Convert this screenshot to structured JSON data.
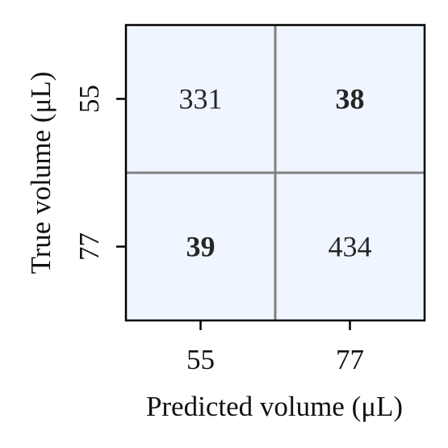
{
  "chart_data": {
    "type": "heatmap",
    "title": "",
    "xlabel": "Predicted volume (μL)",
    "ylabel": "True volume (μL)",
    "x_categories": [
      "55",
      "77"
    ],
    "y_categories": [
      "55",
      "77"
    ],
    "values": [
      [
        331,
        38
      ],
      [
        39,
        434
      ]
    ],
    "bold_cells": [
      [
        false,
        true
      ],
      [
        true,
        false
      ]
    ],
    "cell_color": "#f0f6ff",
    "grid_color": "#808080",
    "border_color": "#000000"
  }
}
